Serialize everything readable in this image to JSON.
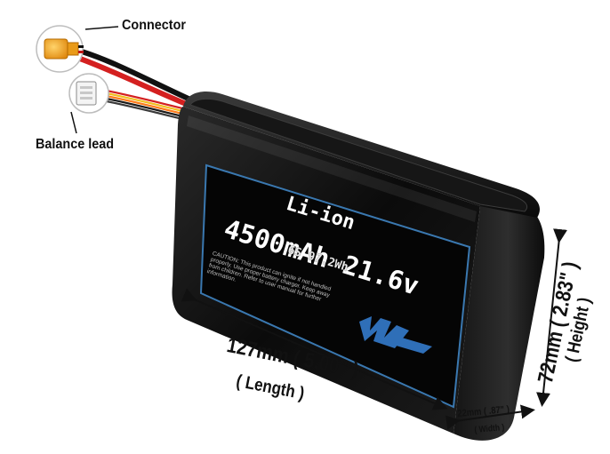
{
  "callouts": {
    "connector": "Connector",
    "balance_lead": "Balance lead"
  },
  "label": {
    "chemistry": "Li-ion",
    "capacity_voltage": "4500mAh 21.6v",
    "spec": "6S 97.2Wh",
    "caution": "CAUTION: This product can ignite if not handled properly. Use proper battery charger. Keep away from children. Refer to user manual for further information."
  },
  "dimensions": {
    "length": "127mm ( 5.00\" )",
    "length_label": "( Length )",
    "height": "72mm ( 2.83\" )",
    "height_label": "( Height )",
    "width": "22mm ( .87\" )",
    "width_label": "( Width )"
  },
  "icons": {
    "connector": "xt60-connector-icon",
    "balance": "balance-plug-icon",
    "logo": "brand-logo-icon"
  },
  "colors": {
    "battery": "#0d0d0d",
    "label_border": "#3a78b0",
    "connector_yellow": "#f2a51c",
    "wire_red": "#d42020",
    "wire_black": "#111111",
    "logo_blue": "#2f6fb8"
  }
}
